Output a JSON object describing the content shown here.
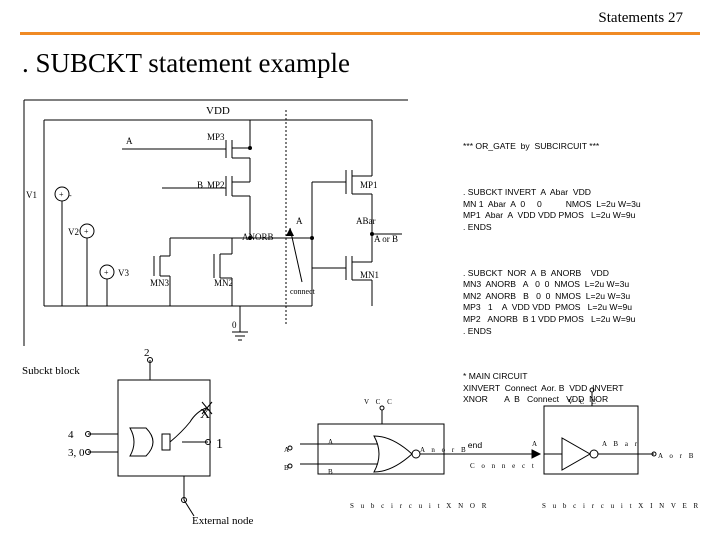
{
  "header": {
    "text": "Statements  27",
    "rule_color": "#f08a24"
  },
  "title": ". SUBCKT statement  example",
  "circuit": {
    "vdd": "VDD",
    "a": "A",
    "b": "B",
    "mp3": "MP3",
    "mp2": "MP2",
    "mp1": "MP1",
    "mn2": "MN2",
    "mn3": "MN3",
    "mn1": "MN1",
    "v1": "V1",
    "v2": "V2",
    "v3": "V3",
    "anorb": "ANORB",
    "a2": "A",
    "abar": "ABar",
    "aorb": "A or B",
    "connect": "connect",
    "zero": "0",
    "plus": "+",
    "minus": "-"
  },
  "spice": {
    "block1": [
      "*** OR_GATE  by  SUBCIRCUIT ***"
    ],
    "block2": [
      ". SUBCKT INVERT  A  Abar  VDD",
      "MN 1  Abar  A  0     0          NMOS  L=2u W=3u",
      "MP1  Abar  A  VDD VDD PMOS   L=2u W=9u",
      ". ENDS"
    ],
    "block3": [
      ". SUBCKT  NOR  A  B  ANORB    VDD",
      "MN3  ANORB   A   0  0  NMOS  L=2u W=3u",
      "MN2  ANORB   B   0  0  NMOS  L=2u W=3u",
      "MP3   1    A  VDD VDD  PMOS   L=2u W=9u",
      "MP2   ANORB  B 1 VDD PMOS   L=2u W=9u",
      ". ENDS"
    ],
    "block4": [
      "* MAIN CIRCUIT",
      "XINVERT  Connect  Aor. B  VDD  INVERT",
      "XNOR       A  B   Connect   VDD  NOR"
    ],
    "block5": [
      ". end"
    ]
  },
  "bottom": {
    "subckt_block": "Subckt block",
    "pin2": "2",
    "pin4": "4",
    "pin3": "3, 0",
    "pin1": "1",
    "x_mark": "X",
    "external_node": "External node",
    "vcc1": "V C C",
    "vcc2": "V C C",
    "a_in": "A",
    "b_in": "B",
    "a_lbl": "A",
    "b_lbl": "B",
    "anorb": "A n o r B",
    "connect": "C o n n e c t",
    "inv_a": "A",
    "inv_abar": "A B a r",
    "aorb": "A o r B",
    "xnor_caption": "S u b c i r c u i t    X N O R",
    "xinvert_caption": "S u b c i r c u i t    X I N V E R T"
  }
}
